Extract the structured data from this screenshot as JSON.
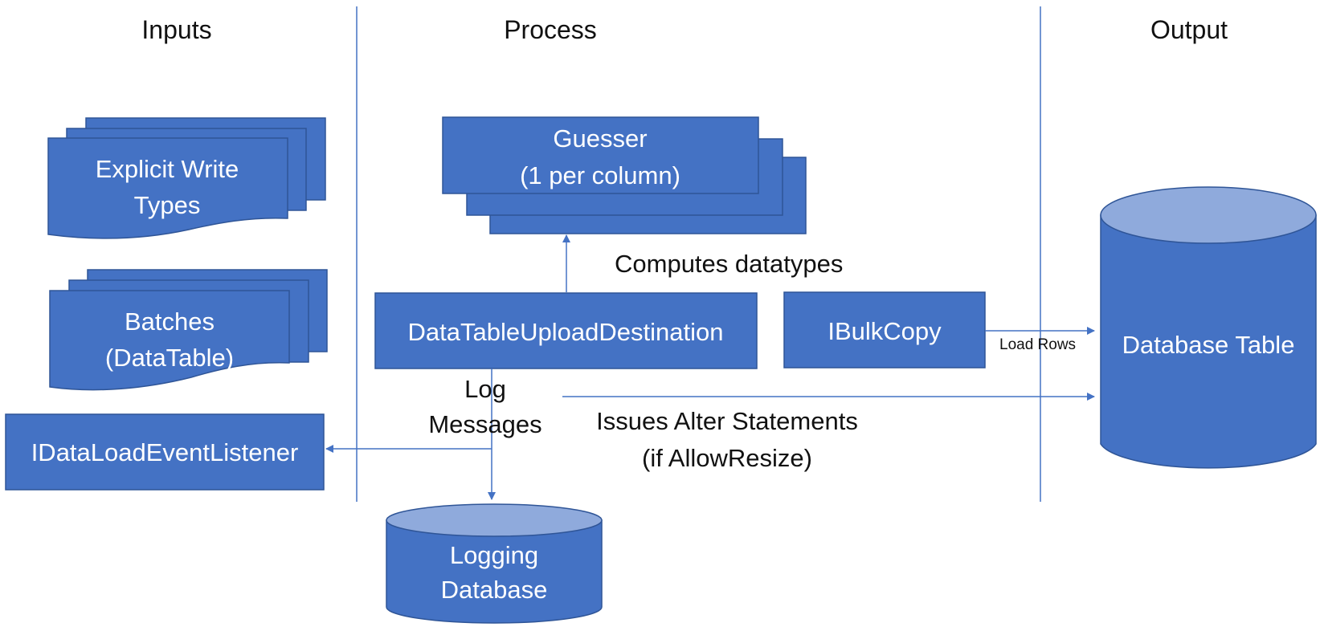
{
  "colors": {
    "box_fill": "#4472c4",
    "box_stroke": "#2f5597",
    "cylinder_top": "#8faadc",
    "connector": "#4472c4",
    "divider": "#4472c4",
    "text_dark": "#111111",
    "text_light": "#ffffff"
  },
  "headings": {
    "inputs": "Inputs",
    "process": "Process",
    "output": "Output"
  },
  "inputs": {
    "explicit_write_types": {
      "line1": "Explicit Write",
      "line2": "Types"
    },
    "batches": {
      "line1": "Batches",
      "line2": "(DataTable)"
    },
    "event_listener": "IDataLoadEventListener"
  },
  "process": {
    "guesser": {
      "line1": "Guesser",
      "line2": "(1 per column)"
    },
    "upload_destination": "DataTableUploadDestination",
    "bulk_copy": "IBulkCopy",
    "logging_database": {
      "line1": "Logging",
      "line2": "Database"
    }
  },
  "output": {
    "database_table": "Database Table"
  },
  "connectors": {
    "computes_datatypes": "Computes datatypes",
    "load_rows": "Load Rows",
    "log_messages": {
      "line1": "Log",
      "line2": "Messages"
    },
    "alter_statements": {
      "line1": "Issues Alter Statements",
      "line2": "(if AllowResize)"
    }
  }
}
